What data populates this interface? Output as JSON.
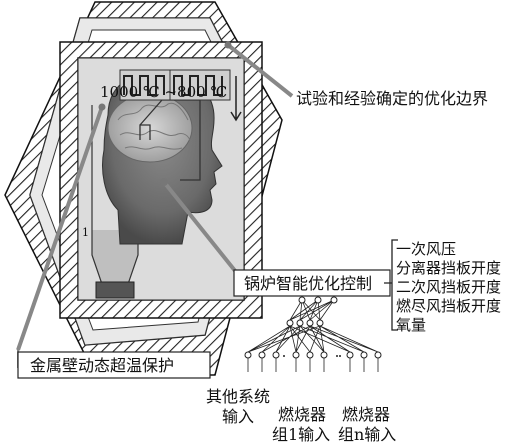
{
  "labels": {
    "temperature": "1000 ℃ ~800 ℃",
    "optimization_boundary": "试验和经验确定的优化边界",
    "boiler_control": "锅炉智能优化控制",
    "metal_wall": "金属壁动态超温保护",
    "params": [
      "一次风压",
      "分离器挡板开度",
      "二次风挡板开度",
      "燃尽风挡板开度",
      "氧量"
    ],
    "input_other": [
      "其他系统",
      "输入"
    ],
    "input_burner1": [
      "燃烧器",
      "组1输入"
    ],
    "input_burnerN": [
      "燃烧器",
      "组n输入"
    ],
    "marker_one": "1"
  }
}
